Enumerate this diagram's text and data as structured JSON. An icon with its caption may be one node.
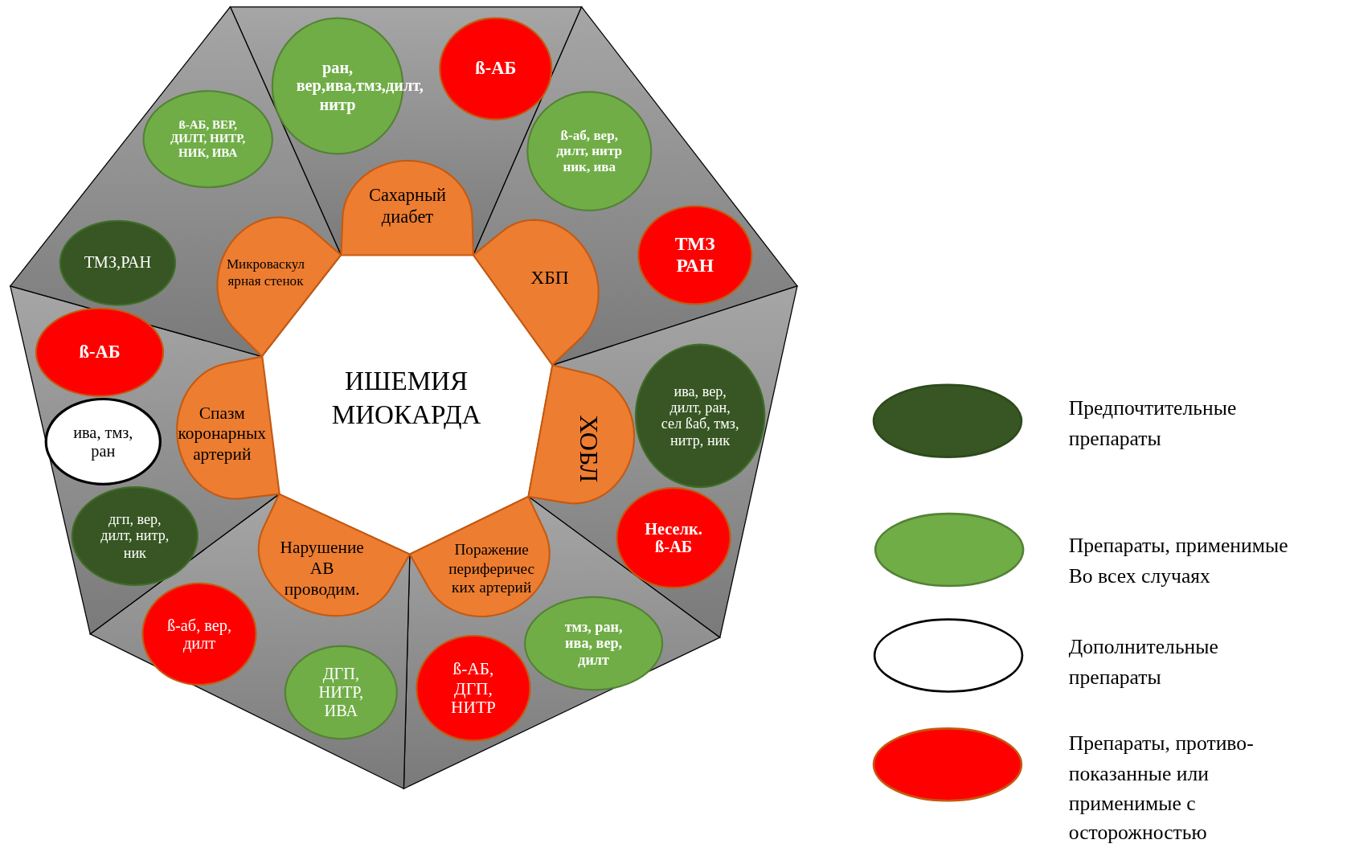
{
  "diagram": {
    "nodes": [
      {
        "text": [
          "ИШЕМИЯ МИОКАРДА"
        ]
      },
      {
        "text": [
          "Сахарный диабет"
        ]
      },
      {
        "text": [
          "ХБП"
        ]
      },
      {
        "text": [
          "ХОБЛ"
        ]
      },
      {
        "text": [
          "Поражение периферических артерий"
        ]
      },
      {
        "text": [
          "Нарушение АВ проводим."
        ]
      },
      {
        "text": [
          "Спазм коронарных артерий"
        ]
      },
      {
        "text": [
          "Микроваскулярная стенок"
        ]
      },
      {
        "text": [
          "ран, вер,ива,тмз,дилт, нитр"
        ]
      },
      {
        "text": [
          "ß-АБ"
        ]
      },
      {
        "text": [
          "ß-АБ, ВЕР, ДИЛТ, НИТР, НИК, ИВА"
        ]
      },
      {
        "text": [
          "ß-аб, вер, дилт, нитр ник, ива"
        ]
      },
      {
        "text": [
          "ТМЗ,РАН"
        ]
      },
      {
        "text": [
          "ТМЗ РАН"
        ]
      },
      {
        "text": [
          "ß-АБ"
        ]
      },
      {
        "text": [
          "ива, вер, дилт, ран, сел ßаб, тмз, нитр, ник"
        ]
      },
      {
        "text": [
          "ива, тмз, ран"
        ]
      },
      {
        "text": [
          "дгп, вер, дилт, нитр, ник"
        ]
      },
      {
        "text": [
          "Неселк. ß-АБ"
        ]
      },
      {
        "text": [
          "ß-аб, вер, дилт"
        ]
      },
      {
        "text": [
          "тмз, ран, ива, вер, дилт"
        ]
      },
      {
        "text": [
          "ß-АБ, ДГП, НИТР"
        ]
      },
      {
        "text": [
          "ДГП, НИТР, ИВА"
        ]
      }
    ],
    "legend": [
      {
        "text": "Предпочтительные препараты",
        "color": "#375623"
      },
      {
        "text": "Препараты, применимые Во всех случаях",
        "color": "#70ad47"
      },
      {
        "text": "Дополнительные препараты",
        "color": "#ffffff"
      },
      {
        "text": "Препараты, противо- показанные или применимые с осторожностью",
        "color": "#ff0000"
      }
    ]
  }
}
